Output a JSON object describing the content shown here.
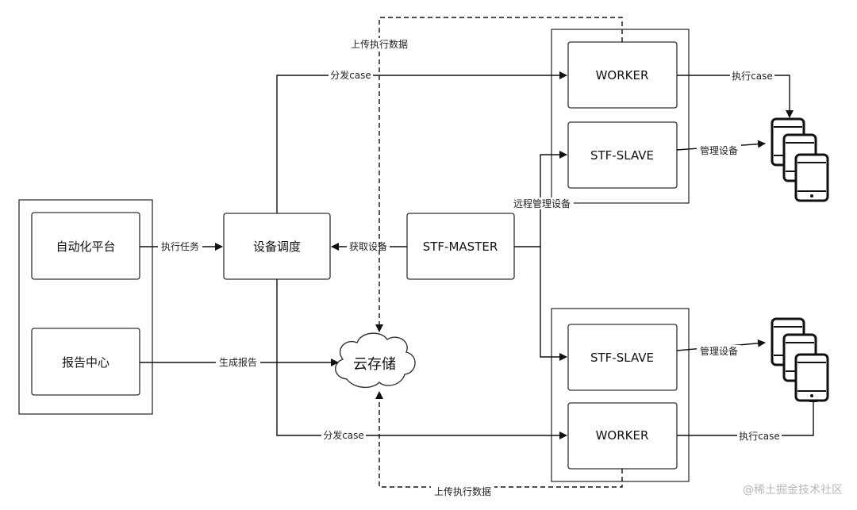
{
  "nodes": {
    "automation_platform": "自动化平台",
    "report_center": "报告中心",
    "device_scheduler": "设备调度",
    "stf_master": "STF-MASTER",
    "worker_top": "WORKER",
    "stf_slave_top": "STF-SLAVE",
    "stf_slave_bottom": "STF-SLAVE",
    "worker_bottom": "WORKER",
    "cloud_storage": "云存储"
  },
  "edges": {
    "execute_task": "执行任务",
    "get_device": "获取设备",
    "generate_report": "生成报告",
    "dispatch_case_top": "分发case",
    "dispatch_case_bottom": "分发case",
    "upload_data_top": "上传执行数据",
    "upload_data_bottom": "上传执行数据",
    "remote_manage": "远程管理设备",
    "manage_device_top": "管理设备",
    "manage_device_bottom": "管理设备",
    "execute_case_top": "执行case",
    "execute_case_bottom": "执行case"
  },
  "icons": {
    "phone_group_top": "phone-stack-icon",
    "phone_group_bottom": "phone-stack-icon",
    "cloud": "cloud-icon"
  },
  "watermark": "@稀土掘金技术社区"
}
